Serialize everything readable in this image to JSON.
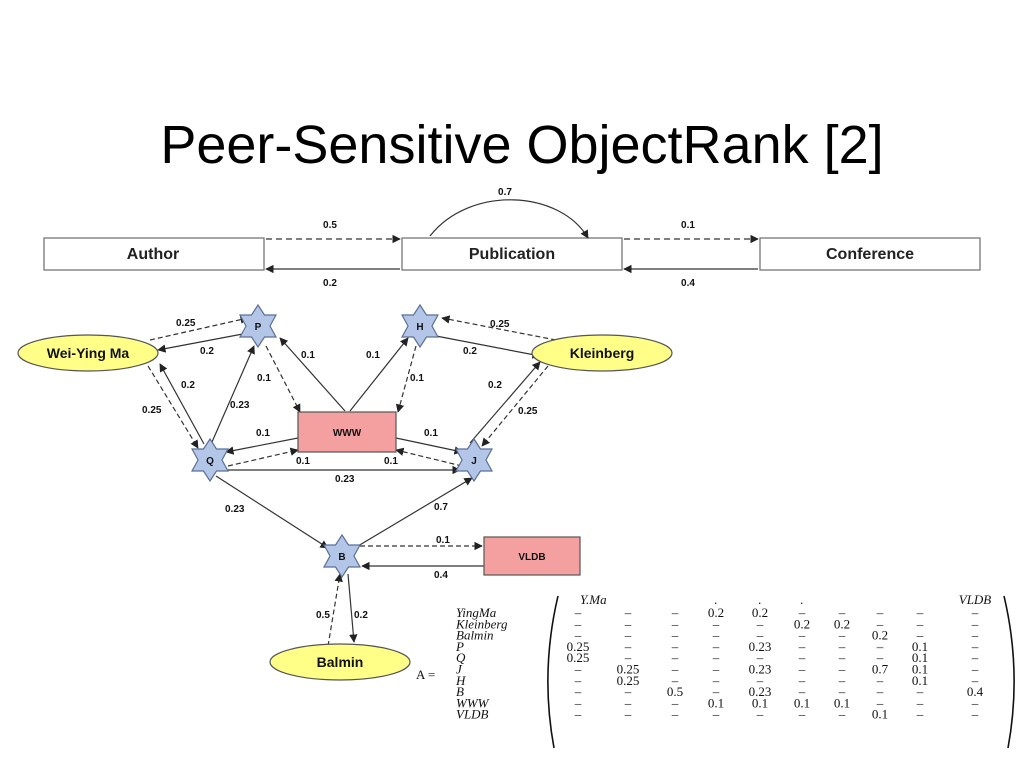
{
  "title": "Peer-Sensitive ObjectRank [2]",
  "schema": {
    "nodes": [
      {
        "id": "author",
        "label": "Author"
      },
      {
        "id": "publication",
        "label": "Publication"
      },
      {
        "id": "conference",
        "label": "Conference"
      }
    ],
    "edges": [
      {
        "from": "author",
        "to": "publication",
        "label": "0.5",
        "style": "dashed"
      },
      {
        "from": "publication",
        "to": "author",
        "label": "0.2",
        "style": "solid"
      },
      {
        "from": "publication",
        "to": "conference",
        "label": "0.1",
        "style": "dashed"
      },
      {
        "from": "conference",
        "to": "publication",
        "label": "0.4",
        "style": "solid"
      },
      {
        "from": "publication",
        "to": "publication",
        "label": "0.7",
        "style": "solid"
      }
    ]
  },
  "graph": {
    "nodes": [
      {
        "id": "ying",
        "label": "Wei-Ying Ma",
        "kind": "author"
      },
      {
        "id": "kleinberg",
        "label": "Kleinberg",
        "kind": "author"
      },
      {
        "id": "balmin",
        "label": "Balmin",
        "kind": "author"
      },
      {
        "id": "P",
        "label": "P",
        "kind": "publication"
      },
      {
        "id": "H",
        "label": "H",
        "kind": "publication"
      },
      {
        "id": "Q",
        "label": "Q",
        "kind": "publication"
      },
      {
        "id": "J",
        "label": "J",
        "kind": "publication"
      },
      {
        "id": "B",
        "label": "B",
        "kind": "publication"
      },
      {
        "id": "www",
        "label": "WWW",
        "kind": "conference"
      },
      {
        "id": "vldb",
        "label": "VLDB",
        "kind": "conference"
      }
    ],
    "edges": [
      {
        "from": "ying",
        "to": "P",
        "label": "0.25",
        "style": "dashed"
      },
      {
        "from": "P",
        "to": "ying",
        "label": "0.2",
        "style": "solid"
      },
      {
        "from": "ying",
        "to": "Q",
        "label": "0.25",
        "style": "dashed"
      },
      {
        "from": "Q",
        "to": "ying",
        "label": "0.2",
        "style": "solid"
      },
      {
        "from": "Q",
        "to": "P",
        "label": "0.23",
        "style": "solid"
      },
      {
        "from": "P",
        "to": "www",
        "label": "0.1",
        "style": "dashed"
      },
      {
        "from": "www",
        "to": "P",
        "label": "0.1",
        "style": "solid"
      },
      {
        "from": "www",
        "to": "H",
        "label": "0.1",
        "style": "solid"
      },
      {
        "from": "H",
        "to": "www",
        "label": "0.1",
        "style": "dashed"
      },
      {
        "from": "kleinberg",
        "to": "H",
        "label": "0.25",
        "style": "dashed"
      },
      {
        "from": "H",
        "to": "kleinberg",
        "label": "0.2",
        "style": "solid"
      },
      {
        "from": "kleinberg",
        "to": "J",
        "label": "0.25",
        "style": "dashed"
      },
      {
        "from": "J",
        "to": "kleinberg",
        "label": "0.2",
        "style": "solid"
      },
      {
        "from": "www",
        "to": "Q",
        "label": "0.1",
        "style": "solid"
      },
      {
        "from": "Q",
        "to": "www",
        "label": "0.1",
        "style": "dashed"
      },
      {
        "from": "www",
        "to": "J",
        "label": "0.1",
        "style": "solid"
      },
      {
        "from": "J",
        "to": "www",
        "label": "0.1",
        "style": "dashed"
      },
      {
        "from": "Q",
        "to": "J",
        "label": "0.23",
        "style": "solid"
      },
      {
        "from": "Q",
        "to": "B",
        "label": "0.23",
        "style": "solid"
      },
      {
        "from": "B",
        "to": "J",
        "label": "0.7",
        "style": "solid"
      },
      {
        "from": "B",
        "to": "vldb",
        "label": "0.1",
        "style": "dashed"
      },
      {
        "from": "vldb",
        "to": "B",
        "label": "0.4",
        "style": "solid"
      },
      {
        "from": "balmin",
        "to": "B",
        "label": "0.5",
        "style": "dashed"
      },
      {
        "from": "B",
        "to": "balmin",
        "label": "0.2",
        "style": "solid"
      }
    ]
  },
  "matrix": {
    "lhs": "A =",
    "col_headers": [
      "Y.Ma",
      ".",
      ".",
      ".",
      "VLDB"
    ],
    "row_labels": [
      "YingMa",
      "Kleinberg",
      "Balmin",
      "P",
      "Q",
      "J",
      "H",
      "B",
      "WWW",
      "VLDB"
    ],
    "rows": [
      [
        "–",
        "–",
        "–",
        "0.2",
        "0.2",
        "–",
        "–",
        "–",
        "–",
        "–"
      ],
      [
        "–",
        "–",
        "–",
        "–",
        "–",
        "0.2",
        "0.2",
        "–",
        "–",
        "–"
      ],
      [
        "–",
        "–",
        "–",
        "–",
        "–",
        "–",
        "–",
        "0.2",
        "–",
        "–"
      ],
      [
        "0.25",
        "–",
        "–",
        "–",
        "0.23",
        "–",
        "–",
        "–",
        "0.1",
        "–"
      ],
      [
        "0.25",
        "–",
        "–",
        "–",
        "–",
        "–",
        "–",
        "–",
        "0.1",
        "–"
      ],
      [
        "–",
        "0.25",
        "–",
        "–",
        "0.23",
        "–",
        "–",
        "0.7",
        "0.1",
        "–"
      ],
      [
        "–",
        "0.25",
        "–",
        "–",
        "–",
        "–",
        "–",
        "–",
        "0.1",
        "–"
      ],
      [
        "–",
        "–",
        "0.5",
        "–",
        "0.23",
        "–",
        "–",
        "–",
        "–",
        "0.4"
      ],
      [
        "–",
        "–",
        "–",
        "0.1",
        "0.1",
        "0.1",
        "0.1",
        "–",
        "–",
        "–"
      ],
      [
        "–",
        "–",
        "–",
        "–",
        "–",
        "–",
        "–",
        "0.1",
        "–",
        "–"
      ]
    ]
  }
}
